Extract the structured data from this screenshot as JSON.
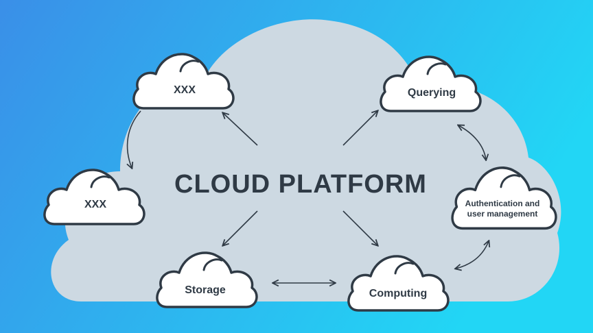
{
  "title": "CLOUD PLATFORM",
  "colors": {
    "background_start": "#3a8fe8",
    "background_end": "#22d6f5",
    "big_cloud": "#cdd9e2",
    "node_fill": "#ffffff",
    "outline": "#2f3a45"
  },
  "nodes": [
    {
      "id": "xxx-top",
      "label": "XXX"
    },
    {
      "id": "xxx-left",
      "label": "XXX"
    },
    {
      "id": "querying",
      "label": "Querying"
    },
    {
      "id": "authentication",
      "label": "Authentication and",
      "label_line2": "user management"
    },
    {
      "id": "storage",
      "label": "Storage"
    },
    {
      "id": "computing",
      "label": "Computing"
    }
  ]
}
